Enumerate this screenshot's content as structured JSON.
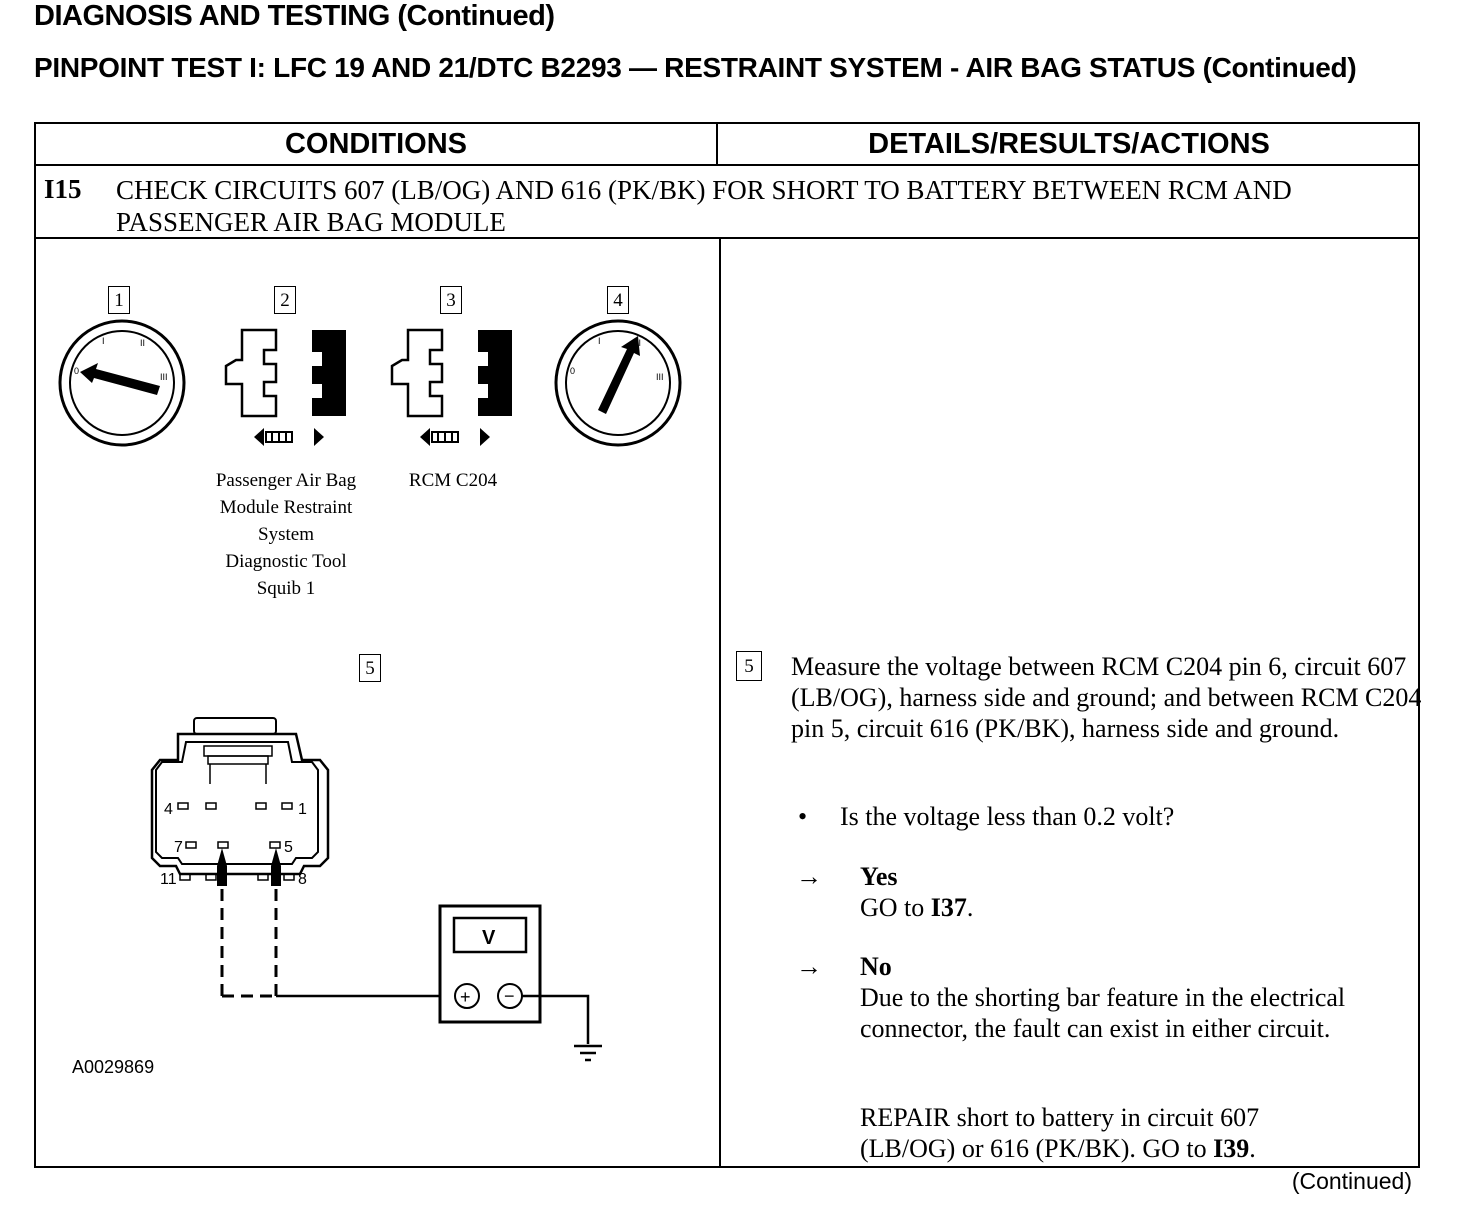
{
  "header": {
    "title": "DIAGNOSIS AND TESTING (Continued)",
    "subtitle": "PINPOINT TEST I:  LFC 19 AND 21/DTC B2293 — RESTRAINT SYSTEM - AIR BAG STATUS (Continued)"
  },
  "table": {
    "col_conditions": "CONDITIONS",
    "col_details": "DETAILS/RESULTS/ACTIONS",
    "step_id": "I15",
    "step_title": "CHECK CIRCUITS 607 (LB/OG) AND 616 (PK/BK) FOR SHORT TO BATTERY BETWEEN RCM AND PASSENGER AIR BAG MODULE"
  },
  "figure": {
    "steps": [
      "1",
      "2",
      "3",
      "4",
      "5"
    ],
    "caption_2": [
      "Passenger Air Bag",
      "Module Restraint",
      "System",
      "Diagnostic Tool",
      "Squib 1"
    ],
    "caption_3": "RCM C204",
    "ignition_marks": [
      "0",
      "I",
      "II",
      "III"
    ],
    "pins": [
      "4",
      "1",
      "7",
      "5",
      "11",
      "8"
    ],
    "meter_label": "V",
    "plus": "+",
    "minus": "−",
    "code": "A0029869"
  },
  "details": {
    "step_num": "5",
    "instruction": "Measure the voltage between RCM C204 pin 6, circuit 607 (LB/OG), harness side and ground; and between RCM C204 pin 5, circuit 616 (PK/BK), harness side and ground.",
    "question": "Is the voltage less than 0.2 volt?",
    "bullet": "•",
    "arrow": "→",
    "yes_label": "Yes",
    "yes_action_prefix": "GO to ",
    "yes_action_ref": "I37",
    "yes_action_suffix": ".",
    "no_label": "No",
    "no_text": "Due to the shorting bar feature in the electrical connector, the fault can exist in either circuit.",
    "repair_prefix": "REPAIR short to battery in circuit 607 (LB/OG) or 616 (PK/BK). GO to ",
    "repair_ref": "I39",
    "repair_suffix": "."
  },
  "footer": {
    "continued": "(Continued)"
  }
}
